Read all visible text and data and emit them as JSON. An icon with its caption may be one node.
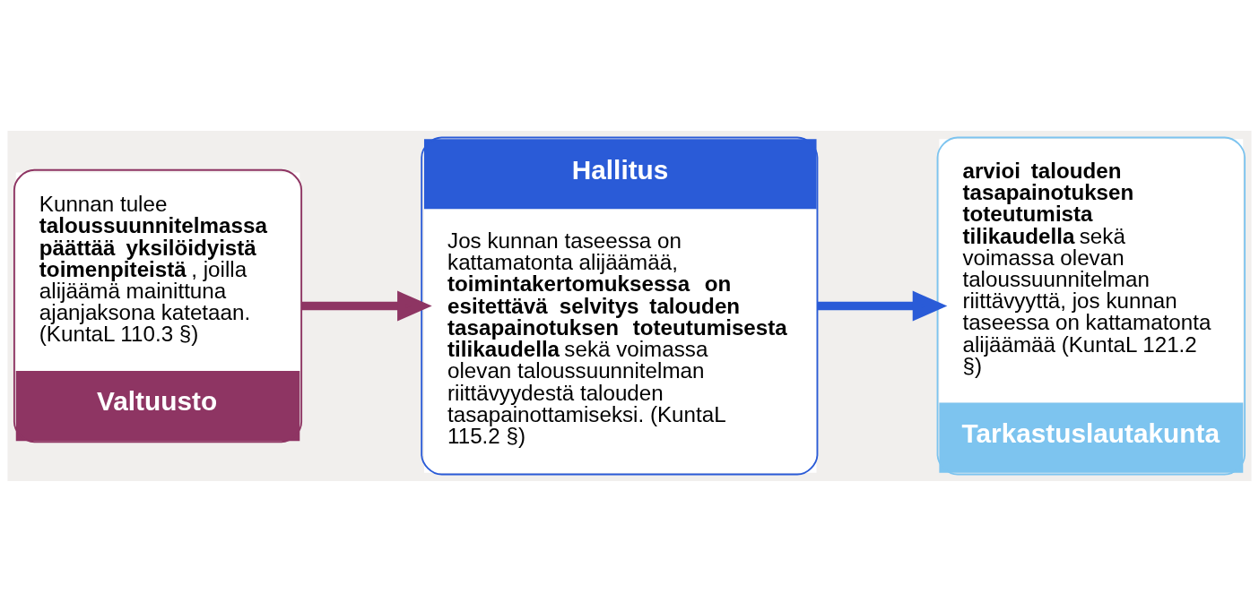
{
  "diagram": {
    "nodes": [
      {
        "text": [
          "Kunnan tulee **taloussuunnitelmassa päättää yksilöidyistä toimenpiteistä**, joilla alijäämä mainittuna ajanjaksona katetaan. (KuntaL 110.3 §)",
          "Valtuusto"
        ]
      },
      {
        "text": [
          "Hallitus",
          "Jos kunnan taseessa on kattamatonta alijäämää, **toimintakertomuksessa on esitettävä selvitys talouden tasapainotuksen toteutumisesta tilikaudella** sekä voimassa olevan taloussuunnitelman riittävyydestä talouden tasapainottamiseksi. (KuntaL 115.2 §)"
        ]
      },
      {
        "text": [
          "**arvioi talouden tasapainotuksen toteutumista tilikaudella** sekä voimassa olevan taloussuunnitelman riittävyyttä, jos kunnan taseessa on kattamatonta alijäämää (KuntaL 121.2 §)",
          "Tarkastuslautakunta"
        ]
      }
    ],
    "edges": [
      {
        "from": 0,
        "to": 1,
        "arrow": "to",
        "color": "#8e3563"
      },
      {
        "from": 1,
        "to": 2,
        "arrow": "to",
        "color": "#2a5bd7"
      }
    ]
  }
}
